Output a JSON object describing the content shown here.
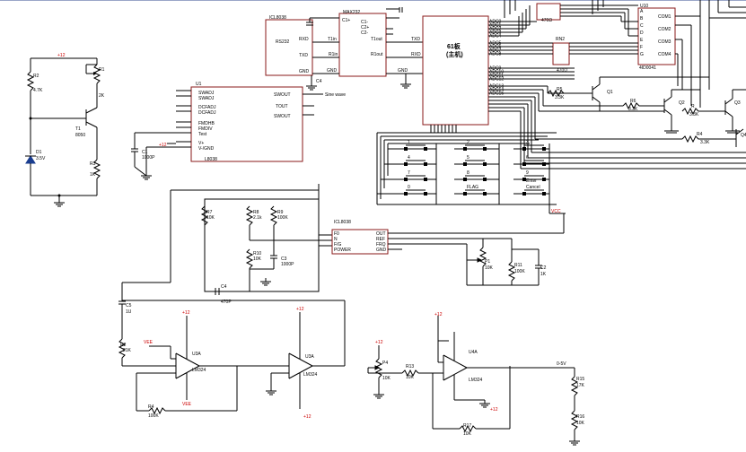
{
  "labels": {
    "vcc_r2_top": "+12",
    "r2": "R2",
    "r2_val": "4.7K",
    "r1": "R1",
    "r1_val": "2K",
    "t1": "T1",
    "t1_val": "8050",
    "d1": "D1",
    "d1_val": "3.5V",
    "r3": "R3",
    "r3_val": "1K",
    "u1": "U1",
    "u1_p1": "SWADJ",
    "u1_p2": "SWADJ",
    "u1_p3": "DCFADJ",
    "u1_p4": "DCFADJ",
    "u1_p5": "FMDHB",
    "u1_p6": "FMDIV",
    "u1_p7": "Test",
    "u1_p8": "V+",
    "u1_p9": "V-/GND",
    "u1_o1": "SWOUT",
    "u1_o2": "TOUT",
    "u1_o3": "SWOUT",
    "u1_name": "L8038",
    "sine_wave": "Sine wave",
    "c1": "C1",
    "c1_val": "1000P",
    "vcc_c1": "+12",
    "icl": "ICL8038",
    "max232": "MAX232",
    "r5232": "RS232",
    "rxd_l": "RXD",
    "txd_l": "TXD",
    "gnd_l": "GND",
    "t1in": "T1in",
    "r1in": "R1in",
    "t1out": "T1out",
    "r1out": "R1out",
    "txd_r": "TXD",
    "rxd_r": "RXD",
    "gnd_r": "GND",
    "gnd_m": "GND",
    "c_pins": [
      "C1+",
      "C1-",
      "C2+",
      "C2-"
    ],
    "mcu_title": "61板",
    "mcu_sub": "(主机)",
    "adc_pins": [
      "ADC0",
      "ADC1",
      "ADC2",
      "ADC3",
      "ADC4",
      "ADC5",
      "ADC6",
      "ADC7",
      "ADC8",
      "ADC9",
      "ADC10",
      "ADC11",
      "ADC12",
      "ADC13",
      "ADC14",
      "ADC15"
    ],
    "rp1": "470Ω",
    "rp2": "470Ω",
    "rp3": "RN2",
    "u10": "U10",
    "u10_name": "4ID0041",
    "seg_pins": [
      "A",
      "B",
      "C",
      "D",
      "E",
      "F",
      "G"
    ],
    "com_pins": [
      "COM1",
      "COM2",
      "COM3",
      "COM4"
    ],
    "q1": "Q1",
    "q2": "Q2",
    "q3": "Q3",
    "q4": "Q4",
    "r7": "R7",
    "r7_val": "10K",
    "r8": "R8",
    "r8_val": "2.1k",
    "r9": "R9",
    "r9_val": "100K",
    "r10": "R10",
    "r10_val": "10K",
    "rtr1": "R5",
    "rtr1_val": "3.3K",
    "rtr2": "R6",
    "rtr2_val": "3.3K",
    "rtr3": "R",
    "rtr3_val": "3.3K",
    "rtr4": "R4",
    "rtr4_val": "3.3K",
    "keys": [
      "1",
      "4",
      "7",
      "0",
      "2",
      "5",
      "8",
      "FLAG",
      "3",
      "6",
      "9",
      "Enter",
      "Cancel"
    ],
    "vcc_keys": "VCC",
    "icl_pins_l": [
      "F0",
      "N",
      "F/G",
      "POWER"
    ],
    "icl_pins_r": [
      "OUT",
      "REF",
      "FRQ",
      "GND"
    ],
    "u2_name": "ICL8038",
    "p1": "P1",
    "p1_val": "10K",
    "r11": "R11",
    "r11_val": "100K",
    "c2": "C2",
    "c2_val": "1K",
    "c3": "C3",
    "c3_val": "1000P",
    "c4": "C4",
    "c4_val": "470P",
    "c5": "C5",
    "c5_val": "1U",
    "r12": "R2",
    "r12_val": "21K",
    "vee1": "VEE",
    "u3a": "U3A",
    "u3a_name": "LM324",
    "vcc_u3a": "+12",
    "vee_u3a": "VEE",
    "u3b": "U3A",
    "u3b_name": "LM324",
    "vcc_u3b": "+12",
    "vee_u3b": "+12",
    "r4": "R4",
    "r4_val": "100K",
    "r_u4_in": "R13",
    "r_u4_in_val": "10K",
    "p4": "P4",
    "p4_val": "10K",
    "vcc_p4": "+12",
    "u4a": "U4A",
    "u4a_name": "LM324",
    "vcc_u4a": "+12",
    "vee_u4a": "+12",
    "r_fb": "R17",
    "r_fb_val": "10K",
    "out_label": "0-5V",
    "r15": "R15",
    "r15_val": "17K",
    "r16": "R16",
    "r16_val": "10K"
  }
}
